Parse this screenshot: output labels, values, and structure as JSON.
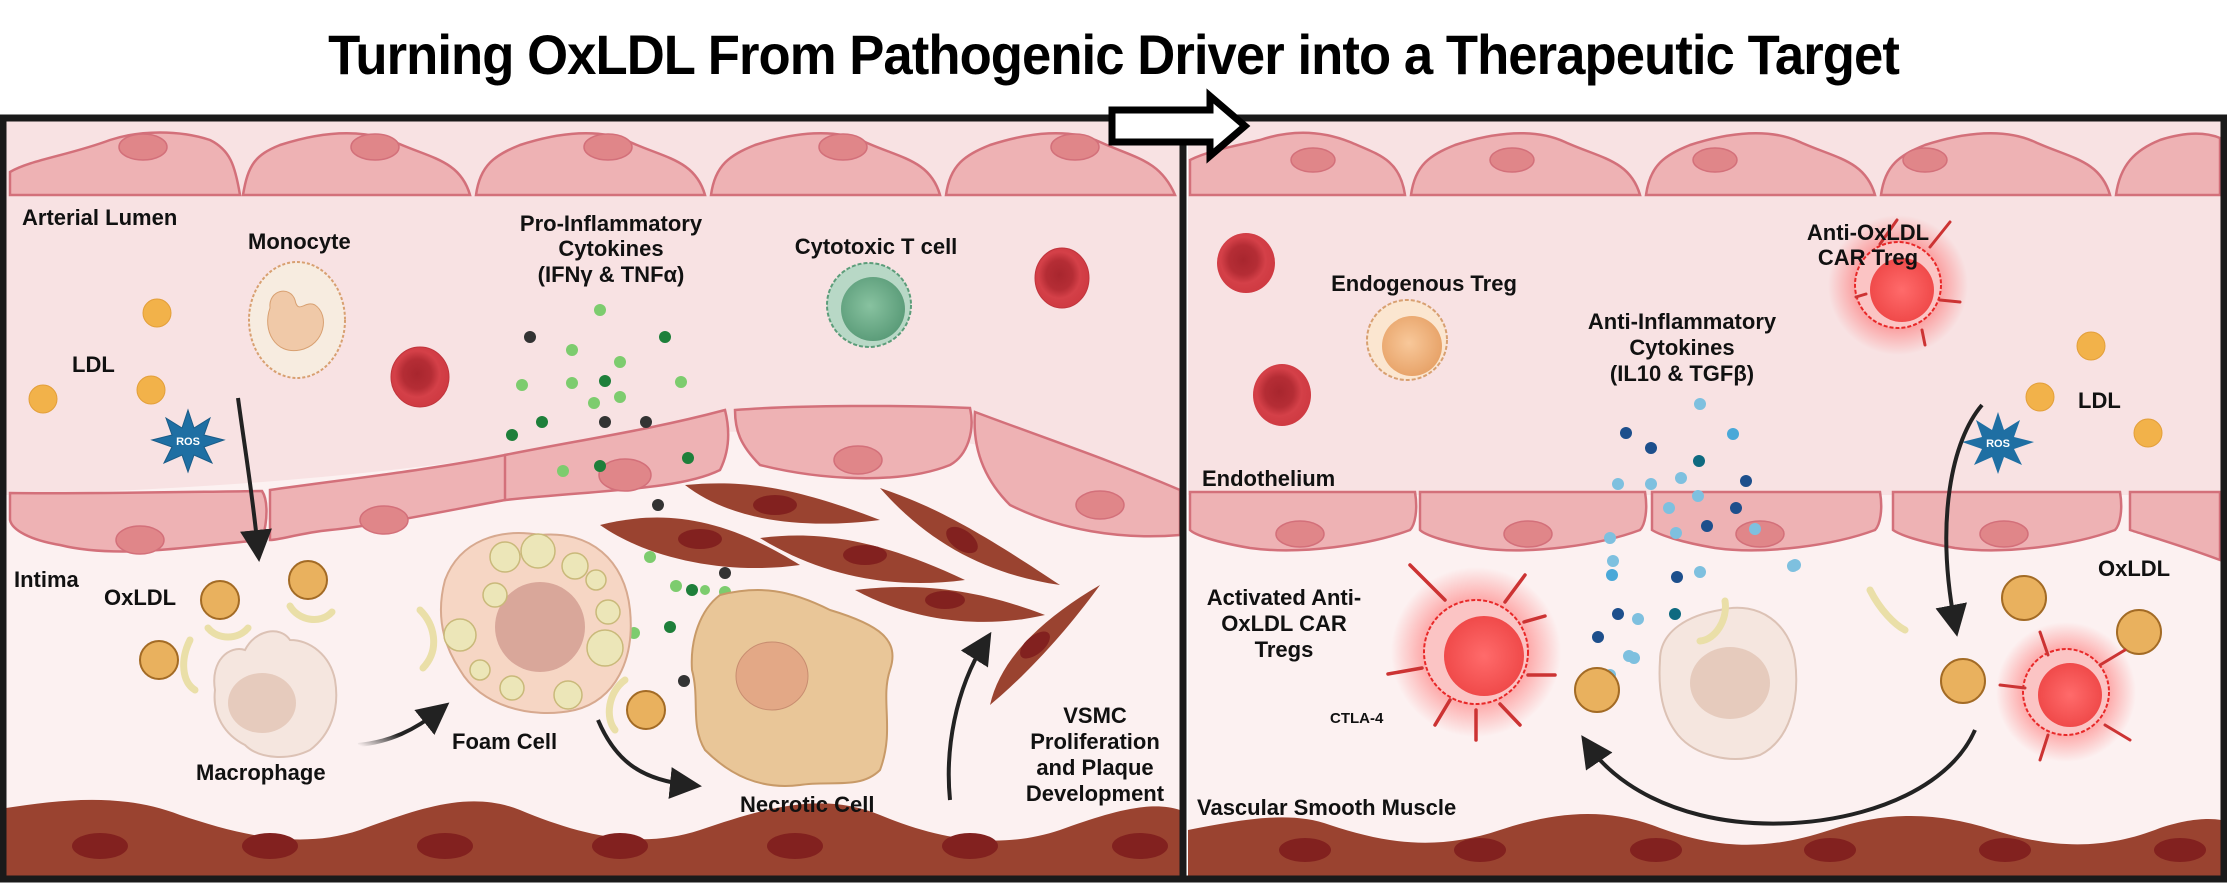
{
  "title": "Turning OxLDL From Pathogenic Driver into a Therapeutic Target",
  "colors": {
    "lumen": "#f8e2e3",
    "intima": "#fcf1f1",
    "endothelium_fill": "#eeb2b4",
    "endothelium_stroke": "#d3707a",
    "endothelium_nucleus": "#e08689",
    "smooth_muscle": "#9a4330",
    "smooth_muscle_nucleus": "#82211f",
    "frame": "#1a1a1a",
    "ldl": "#f2b24a",
    "oxldl": "#e9b15e",
    "rbc": "#d44048",
    "ros": "#1f6fa3",
    "car_treg": "#f25a5a",
    "endogenous_treg": "#f2b982",
    "cytotoxic_t": "#6aa886",
    "pro_cytokine_light": "#7dcc6e",
    "pro_cytokine_dark": "#1e7f3a",
    "pro_cytokine_black": "#333333",
    "anti_cytokine_light": "#7ec0df",
    "anti_cytokine_dark": "#1d4f8c",
    "anti_cytokine_teal": "#0e6a80"
  },
  "left_panel": {
    "name": "Pathogenic",
    "labels": {
      "arterial_lumen": "Arterial Lumen",
      "monocyte": "Monocyte",
      "pro_cytokines_1": "Pro-Inflammatory",
      "pro_cytokines_2": "Cytokines",
      "pro_cytokines_3": "(IFNγ & TNFα)",
      "cytotoxic_t": "Cytotoxic T cell",
      "ldl": "LDL",
      "ros": "ROS",
      "intima": "Intima",
      "oxldl": "OxLDL",
      "macrophage": "Macrophage",
      "foam_cell": "Foam Cell",
      "necrotic_cell": "Necrotic Cell",
      "vsmc_1": "VSMC",
      "vsmc_2": "Proliferation",
      "vsmc_3": "and Plaque",
      "vsmc_4": "Development"
    }
  },
  "right_panel": {
    "name": "Therapeutic",
    "labels": {
      "endogenous_treg": "Endogenous Treg",
      "anti_cytokines_1": "Anti-Inflammatory",
      "anti_cytokines_2": "Cytokines",
      "anti_cytokines_3": "(IL10 & TGFβ)",
      "car_treg_1": "Anti-OxLDL",
      "car_treg_2": "CAR Treg",
      "ldl": "LDL",
      "ros": "ROS",
      "endothelium": "Endothelium",
      "oxldl": "OxLDL",
      "activated_1": "Activated Anti-",
      "activated_2": "OxLDL CAR",
      "activated_3": "Tregs",
      "ctla4": "CTLA-4",
      "vascular_smooth_muscle": "Vascular Smooth Muscle"
    }
  }
}
